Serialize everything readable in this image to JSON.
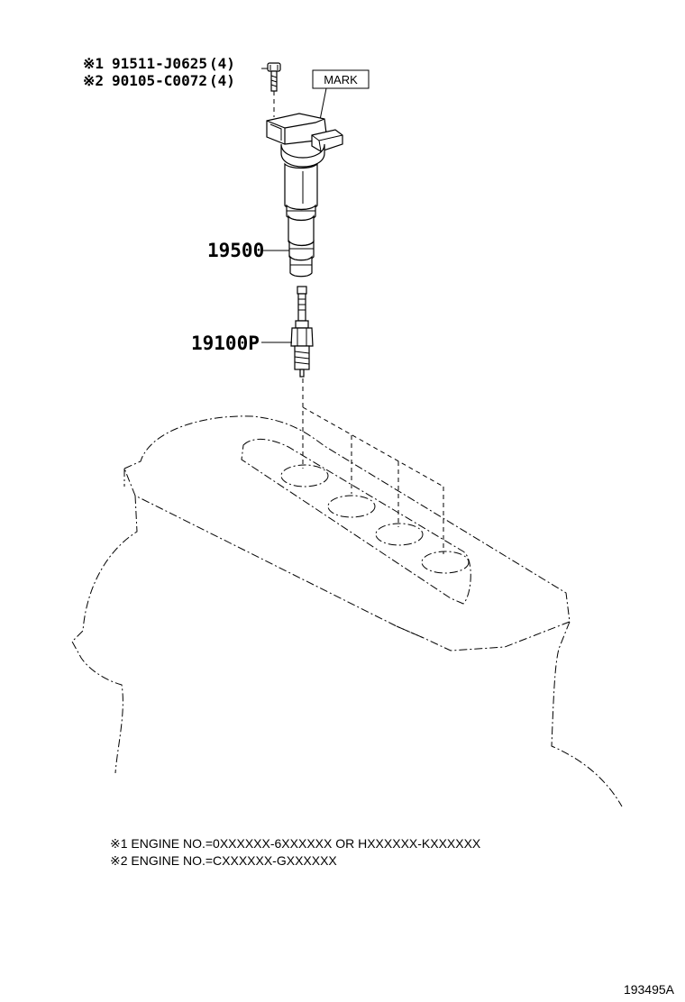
{
  "callouts": {
    "bolt_1": {
      "marker": "※1",
      "part_no": "91511-J0625",
      "qty": "(4)"
    },
    "bolt_2": {
      "marker": "※2",
      "part_no": "90105-C0072",
      "qty": "(4)"
    }
  },
  "mark_label": "MARK",
  "parts": {
    "ignition_coil": "19500",
    "spark_plug": "19100P"
  },
  "notes": [
    "※1 ENGINE NO.=0XXXXXX-6XXXXXX OR HXXXXXX-KXXXXXX",
    "※2 ENGINE NO.=CXXXXXX-GXXXXXX"
  ],
  "diagram_ref": "193495A"
}
